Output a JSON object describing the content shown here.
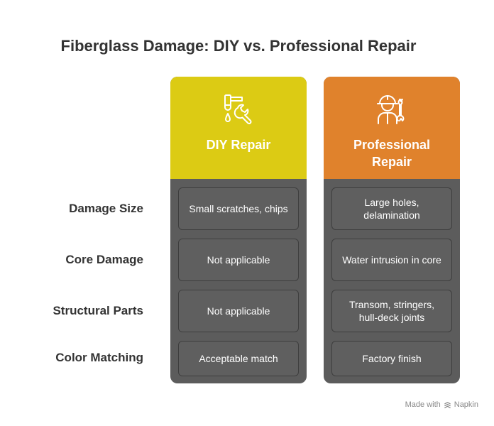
{
  "title": "Fiberglass Damage: DIY vs. Professional Repair",
  "rows": [
    "Damage Size",
    "Core Damage",
    "Structural Parts",
    "Color Matching"
  ],
  "columns": [
    {
      "title": "DIY Repair",
      "icon": "faucet-wrench-icon",
      "color": "#dccb14",
      "cells": [
        "Small scratches, chips",
        "Not applicable",
        "Not applicable",
        "Acceptable match"
      ]
    },
    {
      "title": "Professional Repair",
      "icon": "worker-wrench-icon",
      "color": "#e0822c",
      "cells": [
        "Large holes, delamination",
        "Water intrusion in core",
        "Transom, stringers, hull-deck joints",
        "Factory finish"
      ]
    }
  ],
  "footer": {
    "text": "Made with",
    "brand": "Napkin"
  }
}
